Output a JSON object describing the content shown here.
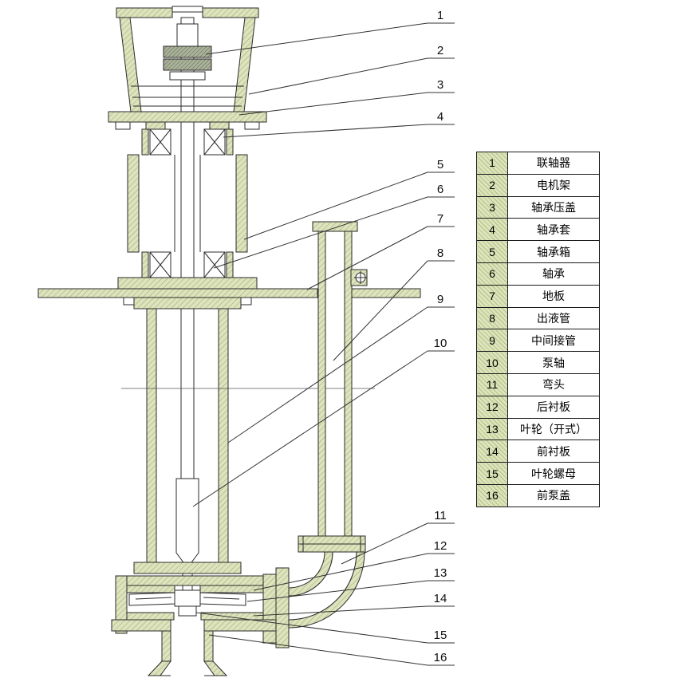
{
  "callouts": [
    "1",
    "2",
    "3",
    "4",
    "5",
    "6",
    "7",
    "8",
    "9",
    "10",
    "11",
    "12",
    "13",
    "14",
    "15",
    "16"
  ],
  "parts_table": {
    "rows": [
      {
        "num": "1",
        "name": "联轴器"
      },
      {
        "num": "2",
        "name": "电机架"
      },
      {
        "num": "3",
        "name": "轴承压盖"
      },
      {
        "num": "4",
        "name": "轴承套"
      },
      {
        "num": "5",
        "name": "轴承箱"
      },
      {
        "num": "6",
        "name": "轴承"
      },
      {
        "num": "7",
        "name": "地板"
      },
      {
        "num": "8",
        "name": "出液管"
      },
      {
        "num": "9",
        "name": "中间接管"
      },
      {
        "num": "10",
        "name": "泵轴"
      },
      {
        "num": "11",
        "name": "弯头"
      },
      {
        "num": "12",
        "name": "后衬板"
      },
      {
        "num": "13",
        "name": "叶轮（开式）"
      },
      {
        "num": "14",
        "name": "前衬板"
      },
      {
        "num": "15",
        "name": "叶轮螺母"
      },
      {
        "num": "16",
        "name": "前泵盖"
      }
    ]
  },
  "colors": {
    "section_fill": "#dde3bd",
    "section_hatch": "#90a065",
    "coupling_fill": "#aab29a",
    "coupling_hatch": "#565e48",
    "line": "#2b2b2b",
    "background": "#ffffff"
  }
}
